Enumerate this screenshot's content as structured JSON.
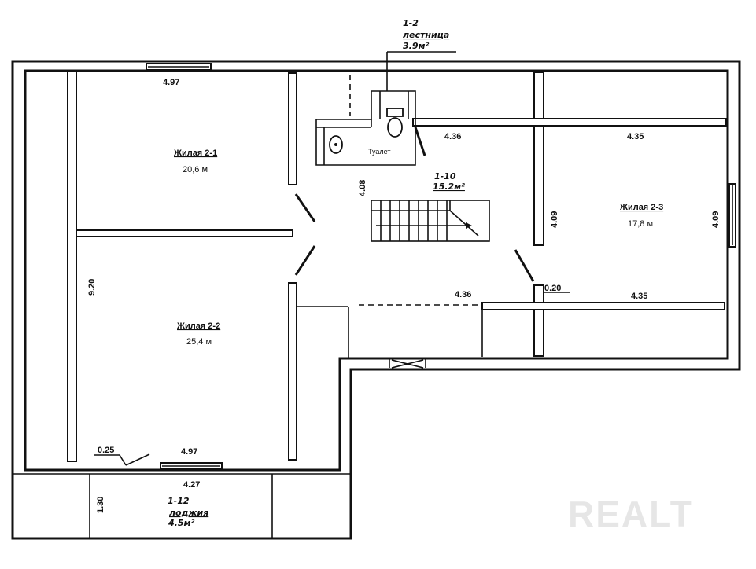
{
  "rooms": {
    "living_1": {
      "name": "Жилая 2-1",
      "area": "20,6 м"
    },
    "living_2": {
      "name": "Жилая 2-2",
      "area": "25,4 м"
    },
    "living_3": {
      "name": "Жилая 2-3",
      "area": "17,8 м"
    },
    "toilet": {
      "name": "Туалет"
    },
    "stair_room": {
      "number": "1-2",
      "name": "лестница",
      "area": "3.9м²"
    },
    "hall": {
      "number": "1-10",
      "area": "15.2м²"
    },
    "loggia": {
      "number": "1-12",
      "name": "лоджия",
      "area": "4.5м²"
    }
  },
  "dimensions": {
    "top_window": "4.97",
    "bottom_window": "4.97",
    "loggia_window": "4.27",
    "left_height": "9.20",
    "hall_height": "4.08",
    "upper_corridor": "4.36",
    "lower_corridor": "4.36",
    "room3_top": "4.35",
    "room3_bottom": "4.35",
    "room3_left": "4.09",
    "room3_right": "4.09",
    "wall_thickness": "0.20",
    "bottom_left_offset": "0.25",
    "loggia_depth": "1.30"
  },
  "watermark": "REALT"
}
